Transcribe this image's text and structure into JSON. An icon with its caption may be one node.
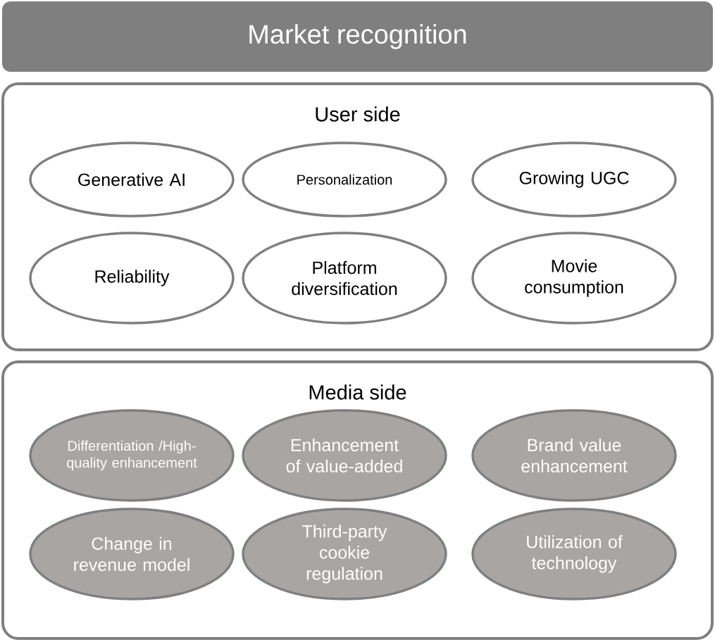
{
  "diagram": {
    "nodes": [
      {
        "text": [
          "Market recognition"
        ]
      },
      {
        "text": [
          "User side"
        ]
      },
      {
        "text": [
          "Generative AI"
        ],
        "in": 1
      },
      {
        "text": [
          "Personalization"
        ],
        "in": 1
      },
      {
        "text": [
          "Growing UGC"
        ],
        "in": 1
      },
      {
        "text": [
          "Reliability"
        ],
        "in": 1
      },
      {
        "text": [
          "Platform diversification"
        ],
        "in": 1
      },
      {
        "text": [
          "Movie consumption"
        ],
        "in": 1
      },
      {
        "text": [
          "Media side"
        ]
      },
      {
        "text": [
          "Differentiation /High-quality enhancement"
        ],
        "in": 8
      },
      {
        "text": [
          "Enhancement of value-added"
        ],
        "in": 8
      },
      {
        "text": [
          "Brand value enhancement"
        ],
        "in": 8
      },
      {
        "text": [
          "Change in revenue model"
        ],
        "in": 8
      },
      {
        "text": [
          "Third-party cookie regulation"
        ],
        "in": 8
      },
      {
        "text": [
          "Utilization of technology"
        ],
        "in": 8
      }
    ],
    "edges": []
  }
}
